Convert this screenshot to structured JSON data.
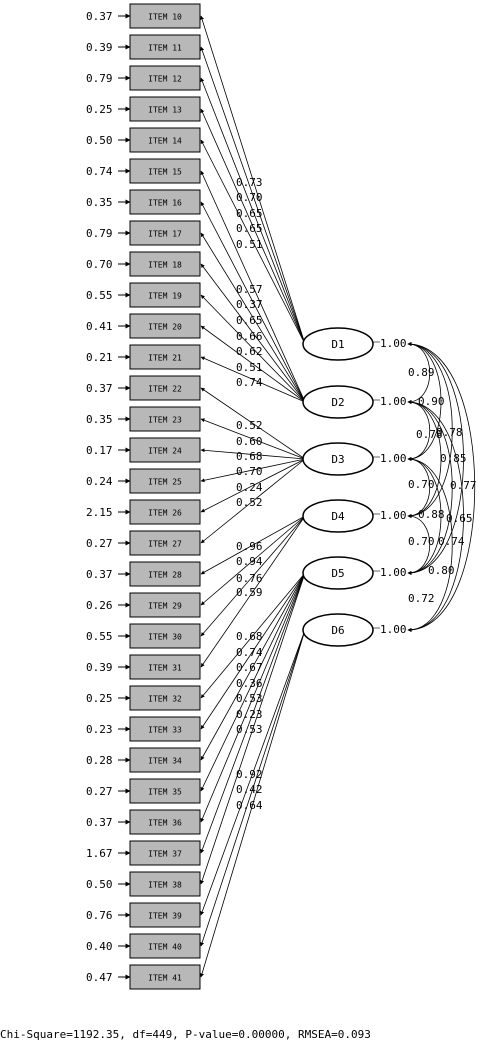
{
  "items": [
    {
      "label": "ITEM 10",
      "error": "0.37",
      "factor": "D1",
      "loading": "0.73"
    },
    {
      "label": "ITEM 11",
      "error": "0.39",
      "factor": "D1",
      "loading": "0.70"
    },
    {
      "label": "ITEM 12",
      "error": "0.79",
      "factor": "D1",
      "loading": "0.65"
    },
    {
      "label": "ITEM 13",
      "error": "0.25",
      "factor": "D1",
      "loading": "0.65"
    },
    {
      "label": "ITEM 14",
      "error": "0.50",
      "factor": "D1",
      "loading": "0.51"
    },
    {
      "label": "ITEM 15",
      "error": "0.74",
      "factor": "D2",
      "loading": "0.57"
    },
    {
      "label": "ITEM 16",
      "error": "0.35",
      "factor": "D2",
      "loading": "0.37"
    },
    {
      "label": "ITEM 17",
      "error": "0.79",
      "factor": "D2",
      "loading": "0.65"
    },
    {
      "label": "ITEM 18",
      "error": "0.70",
      "factor": "D2",
      "loading": "0.66"
    },
    {
      "label": "ITEM 19",
      "error": "0.55",
      "factor": "D2",
      "loading": "0.62"
    },
    {
      "label": "ITEM 20",
      "error": "0.41",
      "factor": "D2",
      "loading": "0.51"
    },
    {
      "label": "ITEM 21",
      "error": "0.21",
      "factor": "D2",
      "loading": "0.74"
    },
    {
      "label": "ITEM 22",
      "error": "0.37",
      "factor": "D3",
      "loading": "0.52"
    },
    {
      "label": "ITEM 23",
      "error": "0.35",
      "factor": "D3",
      "loading": "0.60"
    },
    {
      "label": "ITEM 24",
      "error": "0.17",
      "factor": "D3",
      "loading": "0.68"
    },
    {
      "label": "ITEM 25",
      "error": "0.24",
      "factor": "D3",
      "loading": "0.70"
    },
    {
      "label": "ITEM 26",
      "error": "2.15",
      "factor": "D3",
      "loading": "0.24"
    },
    {
      "label": "ITEM 27",
      "error": "0.27",
      "factor": "D3",
      "loading": "0.52"
    },
    {
      "label": "ITEM 28",
      "error": "0.37",
      "factor": "D4",
      "loading": "0.96"
    },
    {
      "label": "ITEM 29",
      "error": "0.26",
      "factor": "D4",
      "loading": "0.94"
    },
    {
      "label": "ITEM 30",
      "error": "0.55",
      "factor": "D4",
      "loading": "0.76"
    },
    {
      "label": "ITEM 31",
      "error": "0.39",
      "factor": "D4",
      "loading": "0.59"
    },
    {
      "label": "ITEM 32",
      "error": "0.25",
      "factor": "D5",
      "loading": "0.68"
    },
    {
      "label": "ITEM 33",
      "error": "0.23",
      "factor": "D5",
      "loading": "0.74"
    },
    {
      "label": "ITEM 34",
      "error": "0.28",
      "factor": "D5",
      "loading": "0.67"
    },
    {
      "label": "ITEM 35",
      "error": "0.27",
      "factor": "D5",
      "loading": "0.36"
    },
    {
      "label": "ITEM 36",
      "error": "0.37",
      "factor": "D5",
      "loading": "0.53"
    },
    {
      "label": "ITEM 37",
      "error": "1.67",
      "factor": "D5",
      "loading": "0.23"
    },
    {
      "label": "ITEM 38",
      "error": "0.50",
      "factor": "D5",
      "loading": "0.53"
    },
    {
      "label": "ITEM 39",
      "error": "0.76",
      "factor": "D6",
      "loading": "0.92"
    },
    {
      "label": "ITEM 40",
      "error": "0.40",
      "factor": "D6",
      "loading": "0.42"
    },
    {
      "label": "ITEM 41",
      "error": "0.47",
      "factor": "D6",
      "loading": "0.64"
    }
  ],
  "factors": [
    {
      "id": "D1",
      "label": "D1",
      "variance": "1.00"
    },
    {
      "id": "D2",
      "label": "D2",
      "variance": "1.00"
    },
    {
      "id": "D3",
      "label": "D3",
      "variance": "1.00"
    },
    {
      "id": "D4",
      "label": "D4",
      "variance": "1.00"
    },
    {
      "id": "D5",
      "label": "D5",
      "variance": "1.00"
    },
    {
      "id": "D6",
      "label": "D6",
      "variance": "1.00"
    }
  ],
  "correlations": [
    {
      "from": "D1",
      "to": "D2",
      "value": "0.89"
    },
    {
      "from": "D1",
      "to": "D3",
      "value": "0.78"
    },
    {
      "from": "D1",
      "to": "D4",
      "value": "0.85"
    },
    {
      "from": "D1",
      "to": "D5",
      "value": "0.77"
    },
    {
      "from": "D1",
      "to": "D6",
      "value": "0.65"
    },
    {
      "from": "D2",
      "to": "D3",
      "value": "0.90"
    },
    {
      "from": "D2",
      "to": "D4",
      "value": "0.78"
    },
    {
      "from": "D2",
      "to": "D5",
      "value": "0.88"
    },
    {
      "from": "D2",
      "to": "D6",
      "value": "0.74"
    },
    {
      "from": "D3",
      "to": "D4",
      "value": "0.70"
    },
    {
      "from": "D3",
      "to": "D5",
      "value": "0.70"
    },
    {
      "from": "D3",
      "to": "D6",
      "value": "0.80"
    },
    {
      "from": "D4",
      "to": "D5",
      "value": "0.72"
    }
  ],
  "fit_statistics": "Chi-Square=1192.35, df=449, P-value=0.00000, RMSEA=0.093"
}
